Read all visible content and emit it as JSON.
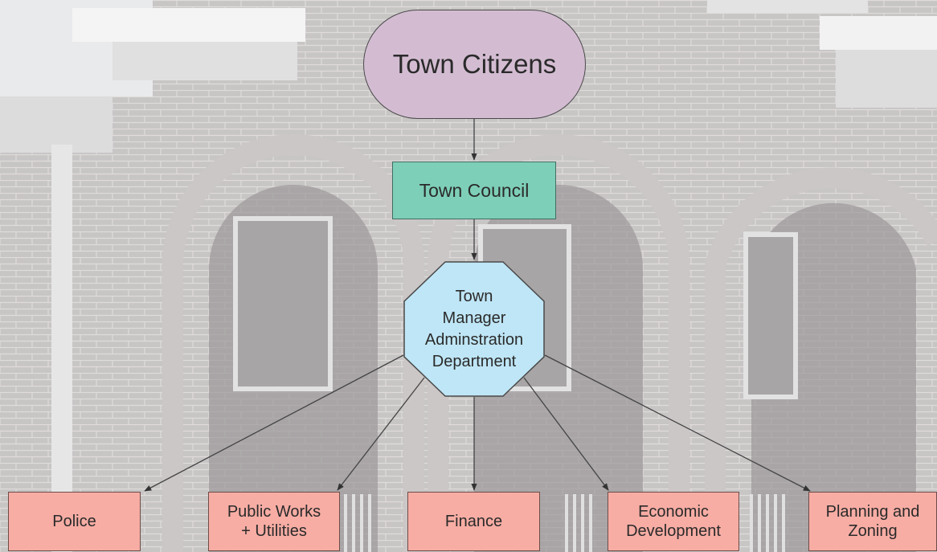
{
  "diagram": {
    "root": {
      "label": "Town Citizens",
      "color": "#d3bcd2"
    },
    "council": {
      "label": "Town Council",
      "color": "#7ecfb7"
    },
    "manager": {
      "lines": [
        "Town",
        "Manager",
        "Adminstration",
        "Department"
      ],
      "color": "#bfe6f6"
    },
    "departments": [
      {
        "label": "Police"
      },
      {
        "label": "Public Works\n+ Utilities"
      },
      {
        "label": "Finance"
      },
      {
        "label": "Economic\nDevelopment"
      },
      {
        "label": "Planning and\nZoning"
      }
    ],
    "department_color": "#f7ada4",
    "edges": [
      {
        "from": "Town Citizens",
        "to": "Town Council"
      },
      {
        "from": "Town Council",
        "to": "Town Manager Adminstration Department"
      },
      {
        "from": "Town Manager Adminstration Department",
        "to": "Police"
      },
      {
        "from": "Town Manager Adminstration Department",
        "to": "Public Works + Utilities"
      },
      {
        "from": "Town Manager Adminstration Department",
        "to": "Finance"
      },
      {
        "from": "Town Manager Adminstration Department",
        "to": "Economic Development"
      },
      {
        "from": "Town Manager Adminstration Department",
        "to": "Planning and Zoning"
      }
    ]
  },
  "background": {
    "subject": "faded brick building facade with arched windows",
    "brick_color": "#a7a2a2",
    "trim_color": "#ececec"
  }
}
